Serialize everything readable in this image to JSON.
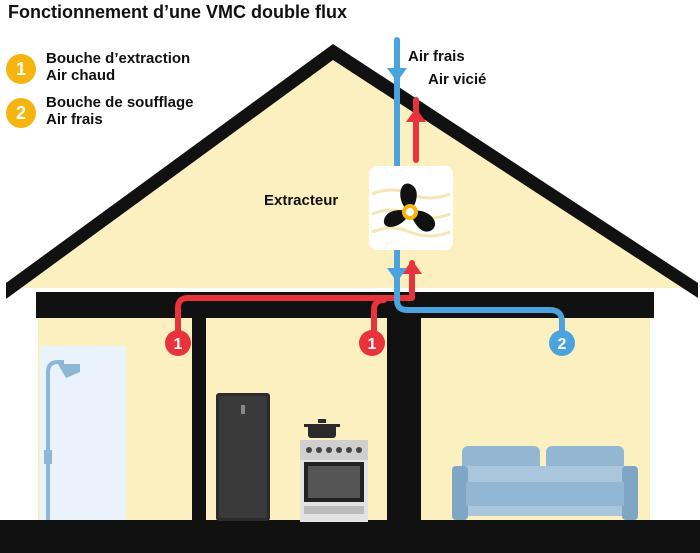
{
  "title": "Fonctionnement d’une VMC double flux",
  "legend": [
    {
      "number": "1",
      "line1": "Bouche d’extraction",
      "line2": "Air chaud"
    },
    {
      "number": "2",
      "line1": "Bouche de soufflage",
      "line2": "Air frais"
    }
  ],
  "labels": {
    "fresh_air": "Air frais",
    "stale_air": "Air vicié",
    "extractor": "Extracteur"
  },
  "vents": [
    {
      "number": "1",
      "type": "extraction",
      "color": "#e8323c"
    },
    {
      "number": "1",
      "type": "extraction",
      "color": "#e8323c"
    },
    {
      "number": "2",
      "type": "soufflage",
      "color": "#4aa3dc"
    }
  ],
  "colors": {
    "wall": "#fcefc0",
    "structure": "#111111",
    "fresh_air": "#4aa3dc",
    "stale_air": "#e8323c",
    "legend_badge": "#f5b50e"
  }
}
